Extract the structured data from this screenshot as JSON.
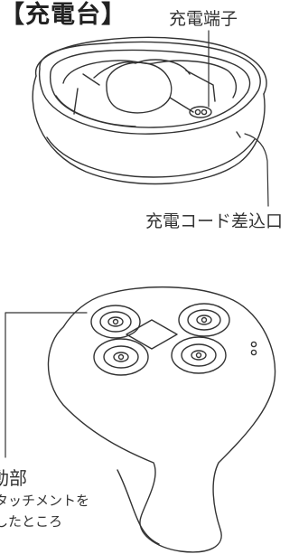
{
  "title": "【充電台】",
  "labels": {
    "charging_terminal": "充電端子",
    "cord_inlet": "充電コード差込口",
    "vibration_part": "動部",
    "attachment_line1": "タッチメントを",
    "attachment_line2": "したところ"
  },
  "colors": {
    "line": "#333333",
    "background": "#ffffff"
  }
}
